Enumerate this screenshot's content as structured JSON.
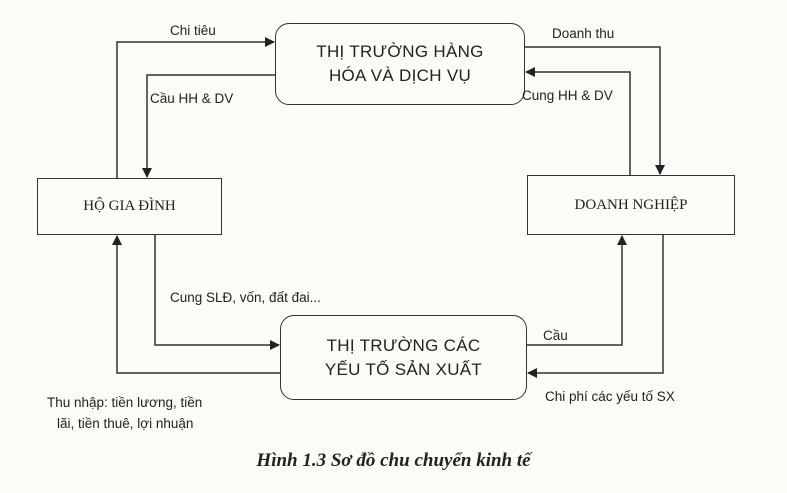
{
  "boxes": {
    "goods_market": [
      "THỊ TRƯỜNG HÀNG",
      "HÓA VÀ DỊCH VỤ"
    ],
    "factor_market": [
      "THỊ TRƯỜNG CÁC",
      "YẾU TỐ SẢN XUẤT"
    ],
    "households": "HỘ GIA ĐÌNH",
    "firms": "DOANH NGHIỆP"
  },
  "flows": {
    "spending": "Chi tiêu",
    "goods_demand": "Cầu HH & DV",
    "revenue": "Doanh thu",
    "goods_supply": "Cung HH & DV",
    "factor_supply": "Cung SLĐ, vốn, đất đai...",
    "income": [
      "Thu nhập: tiền lương, tiền",
      "lãi, tiền thuê, lợi nhuận"
    ],
    "factor_demand": "Cầu",
    "factor_costs": "Chi phí các yếu tố SX"
  },
  "caption": "Hình 1.3 Sơ đồ chu chuyển kinh tế"
}
